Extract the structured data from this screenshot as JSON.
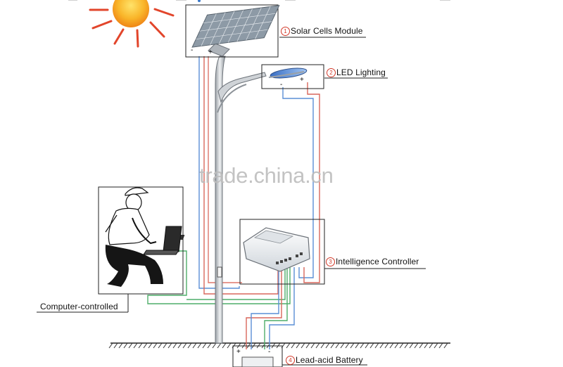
{
  "labels": {
    "solar": {
      "num": "1",
      "text": "Solar Cells Module"
    },
    "led": {
      "num": "2",
      "text": "LED Lighting"
    },
    "controller": {
      "num": "3",
      "text": "Intelligence Controller"
    },
    "battery": {
      "num": "4",
      "text": "Lead-acid Battery"
    },
    "computer": {
      "text": "Computer-controlled"
    }
  },
  "watermark": "trade.china.cn",
  "terminals": {
    "minus": "-",
    "plus": "+"
  },
  "colors": {
    "wire_red": "#d9675b",
    "wire_blue": "#5a8fd6",
    "wire_green": "#4fae6a",
    "sun": "#f6a21c",
    "sun_rays": "#e2452b"
  }
}
